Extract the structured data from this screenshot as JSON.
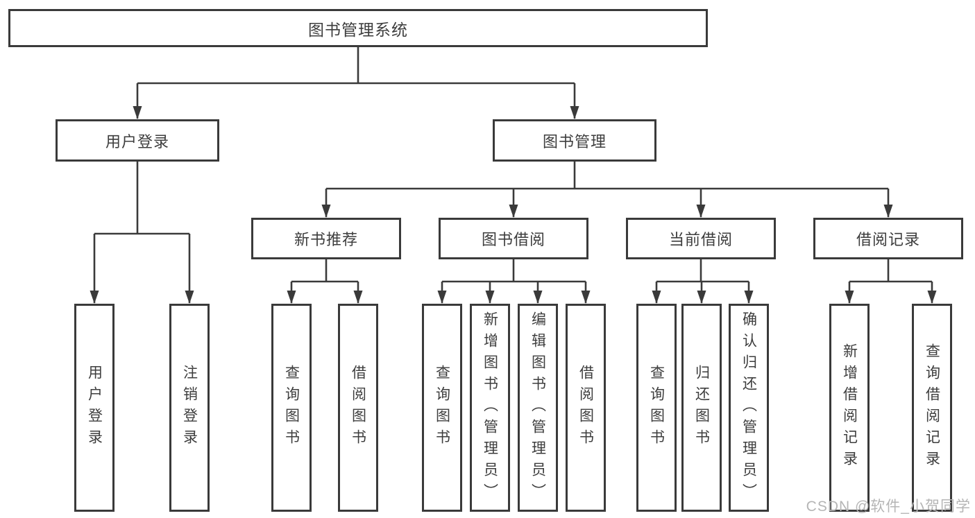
{
  "watermark": "CSDN @软件_小贺同学",
  "colors": {
    "line": "#3a3a3a",
    "box_border": "#3a3a3a",
    "box_background": "#ffffff",
    "text": "#3d3d3d",
    "watermark": "#b5b5b5",
    "background": "#ffffff"
  },
  "tree": {
    "label": "图书管理系统",
    "children": [
      {
        "label": "用户登录",
        "children": [
          {
            "label": "用户登录"
          },
          {
            "label": "注销登录"
          }
        ]
      },
      {
        "label": "图书管理",
        "children": [
          {
            "label": "新书推荐",
            "children": [
              {
                "label": "查询图书"
              },
              {
                "label": "借阅图书"
              }
            ]
          },
          {
            "label": "图书借阅",
            "children": [
              {
                "label": "查询图书"
              },
              {
                "label": "新增图书（管理员）"
              },
              {
                "label": "编辑图书（管理员）"
              },
              {
                "label": "借阅图书"
              }
            ]
          },
          {
            "label": "当前借阅",
            "children": [
              {
                "label": "查询图书"
              },
              {
                "label": "归还图书"
              },
              {
                "label": "确认归还（管理员）"
              }
            ]
          },
          {
            "label": "借阅记录",
            "children": [
              {
                "label": "新增借阅记录"
              },
              {
                "label": "查询借阅记录"
              }
            ]
          }
        ]
      }
    ]
  }
}
